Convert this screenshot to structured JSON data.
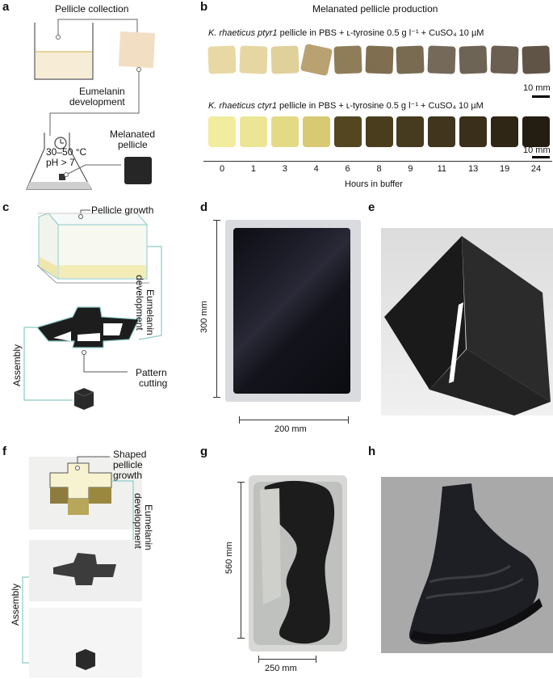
{
  "panels": [
    "a",
    "b",
    "c",
    "d",
    "e",
    "f",
    "g",
    "h"
  ],
  "panel_a": {
    "collection": "Pellicle collection",
    "development_line1": "Eumelanin",
    "development_line2": "development",
    "conditions_line1": "30–50 °C",
    "conditions_line2": "pH > 7",
    "result_line1": "Melanated",
    "result_line2": "pellicle"
  },
  "panel_b": {
    "title": "Melanated pellicle production",
    "row1_strain": "K. rhaeticus ptyr1",
    "row1_rest": " pellicle in PBS + ʟ-tyrosine 0.5 g l⁻¹ + CuSO₄ 10 µM",
    "row2_strain": "K. rhaeticus ctyr1",
    "row2_rest": " pellicle in PBS + ʟ-tyrosine 0.5 g l⁻¹ + CuSO₄ 10 µM",
    "scale": "10 mm",
    "hours": [
      "0",
      "1",
      "3",
      "4",
      "6",
      "8",
      "9",
      "11",
      "13",
      "19",
      "24"
    ],
    "axis_label": "Hours in buffer",
    "row1_colors": [
      "#e8d9a4",
      "#e6d6a2",
      "#e0d09a",
      "#b9a172",
      "#8f7d5a",
      "#7f6e50",
      "#786b52",
      "#75695a",
      "#6e6455",
      "#6a5f50",
      "#5f5446"
    ],
    "row2_colors": [
      "#f1ec9e",
      "#ece596",
      "#e4da86",
      "#d8c973",
      "#544620",
      "#4a3d1e",
      "#463a1f",
      "#40351d",
      "#3a2f1a",
      "#2f2616",
      "#241d12"
    ]
  },
  "panel_c": {
    "growth": "Pellicle growth",
    "development_line1": "Eumelanin",
    "development_line2": "development",
    "cutting_line1": "Pattern",
    "cutting_line2": "cutting",
    "assembly": "Assembly"
  },
  "panel_d": {
    "height": "300 mm",
    "width": "200 mm"
  },
  "panel_f": {
    "growth_line1": "Shaped",
    "growth_line2": "pellicle",
    "growth_line3": "growth",
    "development_line1": "Eumelanin",
    "development_line2": "development",
    "assembly": "Assembly"
  },
  "panel_g": {
    "height": "560 mm",
    "width": "250 mm"
  }
}
